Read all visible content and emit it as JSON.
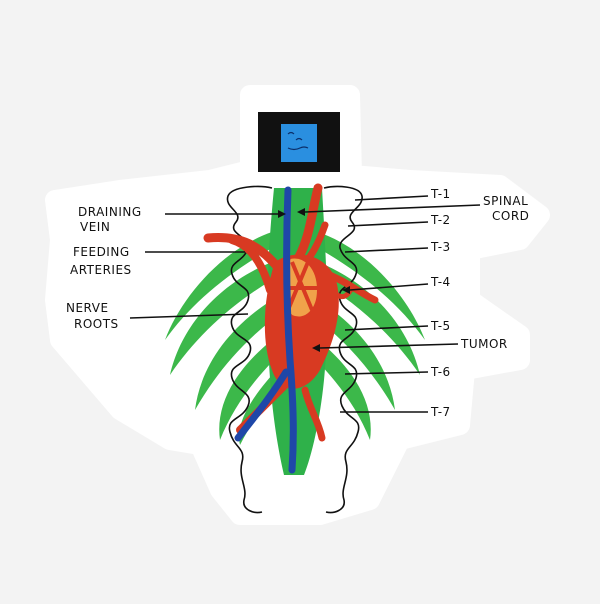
{
  "labels": {
    "draining_vein": [
      "DRAINING",
      "VEIN"
    ],
    "feeding_arteries": [
      "FEEDING",
      "ARTERIES"
    ],
    "nerve_roots": [
      "NERVE",
      "ROOTS"
    ],
    "spinal_cord": [
      "SPINAL",
      "CORD"
    ],
    "tumor": "TUMOR",
    "vertebrae": [
      "T-1",
      "T-2",
      "T-3",
      "T-4",
      "T-5",
      "T-6",
      "T-7"
    ]
  },
  "colors": {
    "background": "#f3f3f3",
    "sticker": "#ffffff",
    "spinal_cord": "#2fb14a",
    "ribs": "#3cb84a",
    "vessels_red": "#d83a22",
    "tumor_fill": "#f0a24a",
    "vein_blue": "#1f47a8",
    "monitor_frame": "#111111",
    "monitor_screen": "#2a8fe0"
  },
  "icons": [
    "monitor-icon"
  ]
}
